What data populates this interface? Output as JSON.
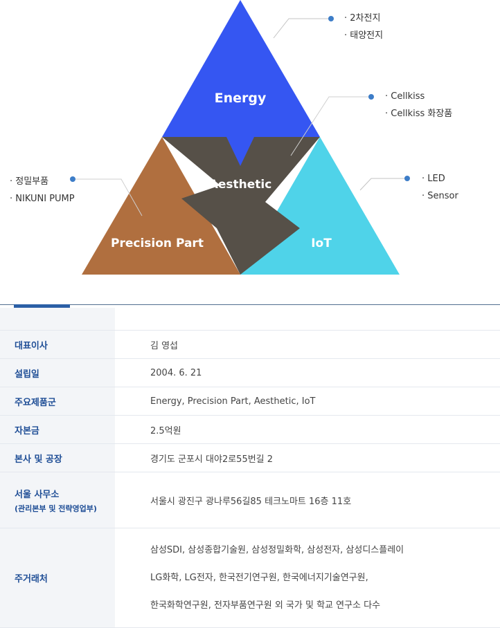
{
  "diagram": {
    "colors": {
      "energy": "#3556f2",
      "precision": "#b06f3f",
      "iot": "#4fd3e9",
      "aesthetic": "#565048",
      "leader": "#c3c3c3",
      "dot": "#3d7dc8"
    },
    "segments": {
      "energy": "Energy",
      "aesthetic": "Aesthetic",
      "precision": "Precision Part",
      "iot": "IoT"
    },
    "labels": {
      "energy": [
        "· 2차전지",
        "· 태양전지"
      ],
      "aesthetic": [
        "· Cellkiss",
        "· Cellkiss 화장품"
      ],
      "precision": [
        "· 정밀부품",
        "· NIKUNI PUMP"
      ],
      "iot": [
        "· LED",
        "· Sensor"
      ]
    }
  },
  "info": {
    "rows": [
      {
        "label": "대표이사",
        "value": [
          "김 영섭"
        ]
      },
      {
        "label": "설립일",
        "value": [
          "2004. 6. 21"
        ]
      },
      {
        "label": "주요제품군",
        "value": [
          "Energy, Precision Part, Aesthetic, IoT"
        ]
      },
      {
        "label": "자본금",
        "value": [
          "2.5억원"
        ]
      },
      {
        "label": "본사 및 공장",
        "value": [
          "경기도 군포시 대야2로55번길 2"
        ]
      },
      {
        "label": "서울 사무소",
        "sublabel": "(관리본부 및 전략영업부)",
        "value": [
          "서울시 광진구 광나루56길85 테크노마트 16층 11호"
        ]
      },
      {
        "label": "주거래처",
        "value": [
          "삼성SDI, 삼성종합기술원, 삼성정밀화학, 삼성전자, 삼성디스플레이",
          "LG화학, LG전자, 한국전기연구원, 한국에너지기술연구원,",
          "한국화학연구원, 전자부품연구원 외 국가 및 학교 연구소 다수"
        ]
      }
    ]
  }
}
